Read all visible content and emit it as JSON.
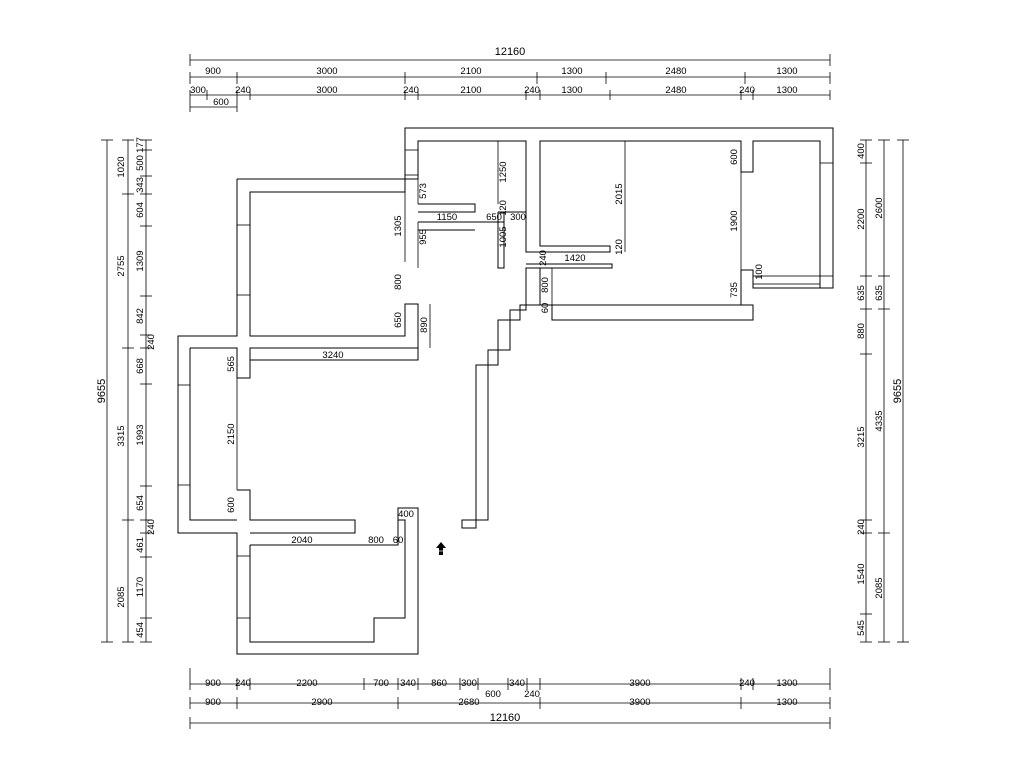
{
  "plan": {
    "top_total": "12160",
    "top_row1": [
      "900",
      "3000",
      "2100",
      "1300",
      "2480",
      "1300"
    ],
    "top_row2": [
      "300",
      "240",
      "3000",
      "240",
      "2100",
      "240",
      "1300",
      "2480",
      "240",
      "1300"
    ],
    "top_sub": "600",
    "bottom_row1": [
      "900",
      "240",
      "2200",
      "700",
      "340",
      "860",
      "300",
      "340",
      "3900",
      "240",
      "1300"
    ],
    "bottom_mid": [
      "600",
      "240"
    ],
    "bottom_row2": [
      "900",
      "2900",
      "2680",
      "3900",
      "1300"
    ],
    "bottom_total": "12160",
    "left_total": "9655",
    "left_col1": [
      "1020",
      "2755",
      "3315",
      "2085"
    ],
    "left_col2": [
      "177",
      "500",
      "343",
      "604",
      "1309",
      "842",
      "240",
      "668",
      "1993",
      "654",
      "240",
      "461",
      "1170",
      "454"
    ],
    "right_total": "9655",
    "right_col2": [
      "2600",
      "635",
      "4335",
      "2085"
    ],
    "right_col1": [
      "400",
      "2200",
      "635",
      "880",
      "3215",
      "240",
      "1540",
      "545"
    ],
    "interior": {
      "d573": "573",
      "d955": "955",
      "d1150": "1150",
      "d650a": "650",
      "d300": "300",
      "d1250": "1250",
      "d120a": "120",
      "d1005": "1005",
      "d2015": "2015",
      "d120b": "120",
      "d1420": "1420",
      "d240a": "240",
      "d800a": "800",
      "d60a": "60",
      "d600a": "600",
      "d1900": "1900",
      "d735": "735",
      "d100": "100",
      "d1305": "1305",
      "d800b": "800",
      "d650b": "650",
      "d890": "890",
      "d565": "565",
      "d3240": "3240",
      "d2150": "2150",
      "d600b": "600",
      "d400": "400",
      "d2040": "2040",
      "d800c": "800",
      "d60b": "60"
    }
  }
}
